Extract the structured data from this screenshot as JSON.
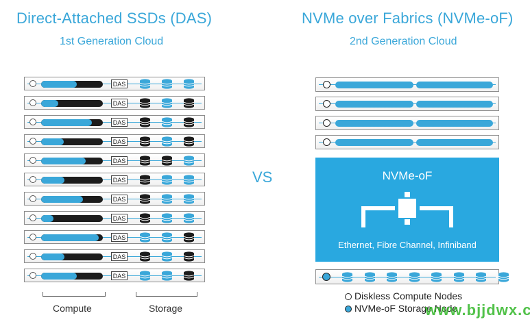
{
  "left": {
    "title": "Direct-Attached SSDs (DAS)",
    "subtitle": "1st Generation Cloud",
    "das_label": "DAS",
    "racks": [
      {
        "fill": 0.58,
        "disks": [
          "b",
          "b",
          "b"
        ]
      },
      {
        "fill": 0.28,
        "disks": [
          "k",
          "b",
          "k"
        ]
      },
      {
        "fill": 0.82,
        "disks": [
          "k",
          "b",
          "k"
        ]
      },
      {
        "fill": 0.37,
        "disks": [
          "k",
          "b",
          "k"
        ]
      },
      {
        "fill": 0.72,
        "disks": [
          "k",
          "k",
          "b"
        ]
      },
      {
        "fill": 0.38,
        "disks": [
          "k",
          "b",
          "b"
        ]
      },
      {
        "fill": 0.68,
        "disks": [
          "k",
          "b",
          "b"
        ]
      },
      {
        "fill": 0.2,
        "disks": [
          "k",
          "b",
          "b"
        ]
      },
      {
        "fill": 0.93,
        "disks": [
          "b",
          "b",
          "k"
        ]
      },
      {
        "fill": 0.38,
        "disks": [
          "k",
          "b",
          "k"
        ]
      },
      {
        "fill": 0.58,
        "disks": [
          "b",
          "b",
          "k"
        ]
      }
    ],
    "compute_label": "Compute",
    "storage_label": "Storage"
  },
  "vs": "VS",
  "right": {
    "title": "NVMe over Fabrics (NVMe-oF)",
    "subtitle": "2nd Generation Cloud",
    "compute_rack_count": 4,
    "fabric_title": "NVMe-oF",
    "fabric_subtitle": "Ethernet, Fibre Channel, Infiniband",
    "storage_disk_count": 8
  },
  "legend": {
    "diskless": "Diskless Compute Nodes",
    "storage": "NVMe-oF Storage Node"
  },
  "watermark": "www.bjjdwx.com",
  "colors": {
    "accent": "#3aa7d9",
    "dark": "#1c1c1c"
  }
}
